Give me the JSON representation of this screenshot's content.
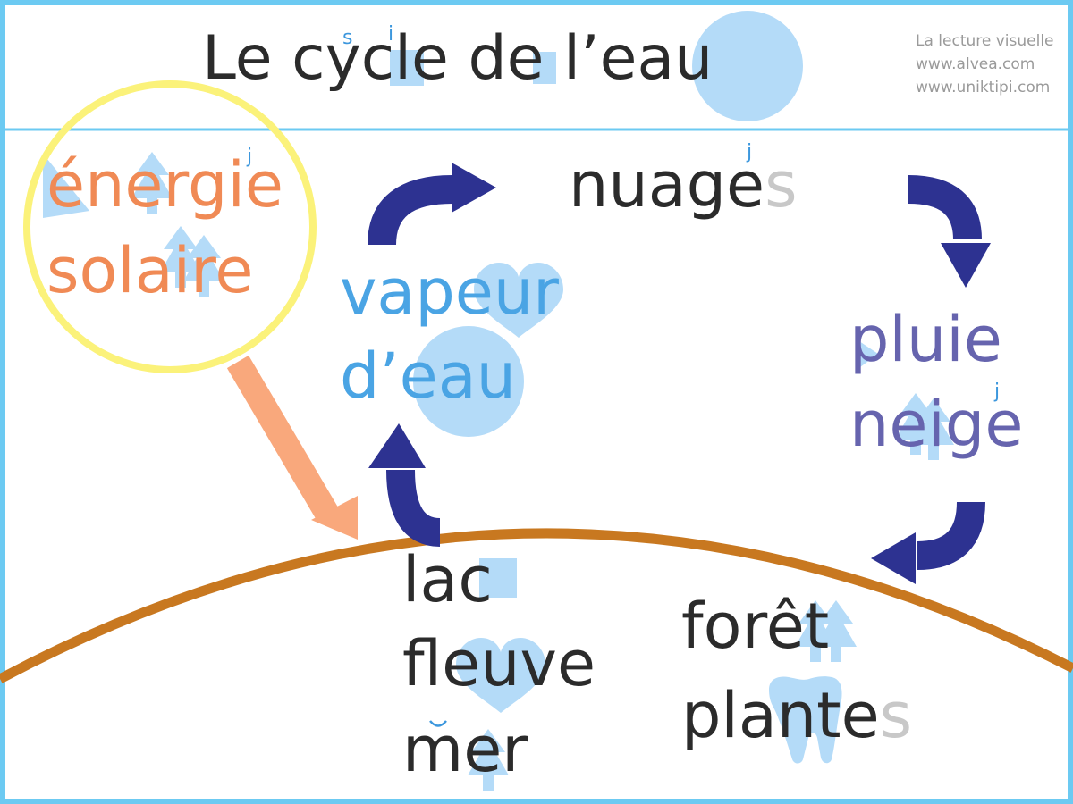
{
  "title": {
    "main": "Le cycle de l’eau",
    "hint_1": "s",
    "hint_2": "i"
  },
  "credits": [
    "La lecture visuelle",
    "www.alvea.com",
    "www.uniktipi.com"
  ],
  "sun": {
    "line1": "énergie",
    "line2": "solaire",
    "hint": "j"
  },
  "vapour": {
    "line1": "vapeur",
    "line2": "d’eau"
  },
  "clouds": {
    "word": "nuage",
    "silent": "s",
    "hint": "j"
  },
  "rain": {
    "line1": "pluie",
    "line2": "neige",
    "hint": "j"
  },
  "water": {
    "line1": "lac",
    "line2": "fleuve",
    "line3": "mer"
  },
  "forest": {
    "line1": "forêt",
    "line2_main": "plante",
    "line2_silent": "s"
  },
  "colors": {
    "border": "#6ccaf2",
    "arrow": "#2d3291",
    "sun_text": "#f08a55",
    "sun_ring": "#fbf27a",
    "sun_arrow": "#f9a87c",
    "vapour_text": "#4aa4e4",
    "rain_text": "#6664ae",
    "ground": "#c87820",
    "hint_shape": "#b4dbf8",
    "hint_letter": "#3c97dd",
    "text": "#2b2b2b",
    "silent": "#c8c8c8",
    "credit": "#9a9a9a"
  },
  "icons": [
    "arrow-icon",
    "circle-hint-icon",
    "tree-hint-icon",
    "heart-hint-icon",
    "tooth-hint-icon",
    "square-hint-icon",
    "sun-ring-icon"
  ]
}
